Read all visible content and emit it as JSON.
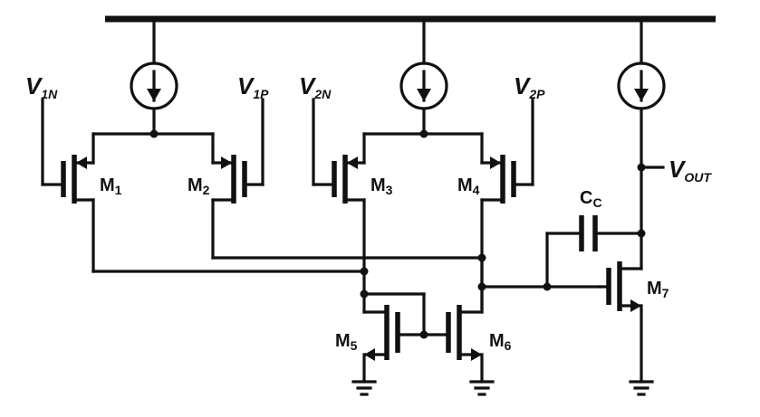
{
  "inputs": {
    "v1n": {
      "main": "V",
      "sub": "1N"
    },
    "v1p": {
      "main": "V",
      "sub": "1P"
    },
    "v2n": {
      "main": "V",
      "sub": "2N"
    },
    "v2p": {
      "main": "V",
      "sub": "2P"
    }
  },
  "output": {
    "main": "V",
    "sub": "OUT"
  },
  "capacitor": {
    "main": "C",
    "sub": "C"
  },
  "transistors": [
    {
      "id": "m1",
      "main": "M",
      "sub": "1"
    },
    {
      "id": "m2",
      "main": "M",
      "sub": "2"
    },
    {
      "id": "m3",
      "main": "M",
      "sub": "3"
    },
    {
      "id": "m4",
      "main": "M",
      "sub": "4"
    },
    {
      "id": "m5",
      "main": "M",
      "sub": "5"
    },
    {
      "id": "m6",
      "main": "M",
      "sub": "6"
    },
    {
      "id": "m7",
      "main": "M",
      "sub": "7"
    }
  ],
  "current_sources": 3,
  "ground_symbols": 3,
  "colors": {
    "ink": "#111111",
    "background": "#ffffff"
  }
}
